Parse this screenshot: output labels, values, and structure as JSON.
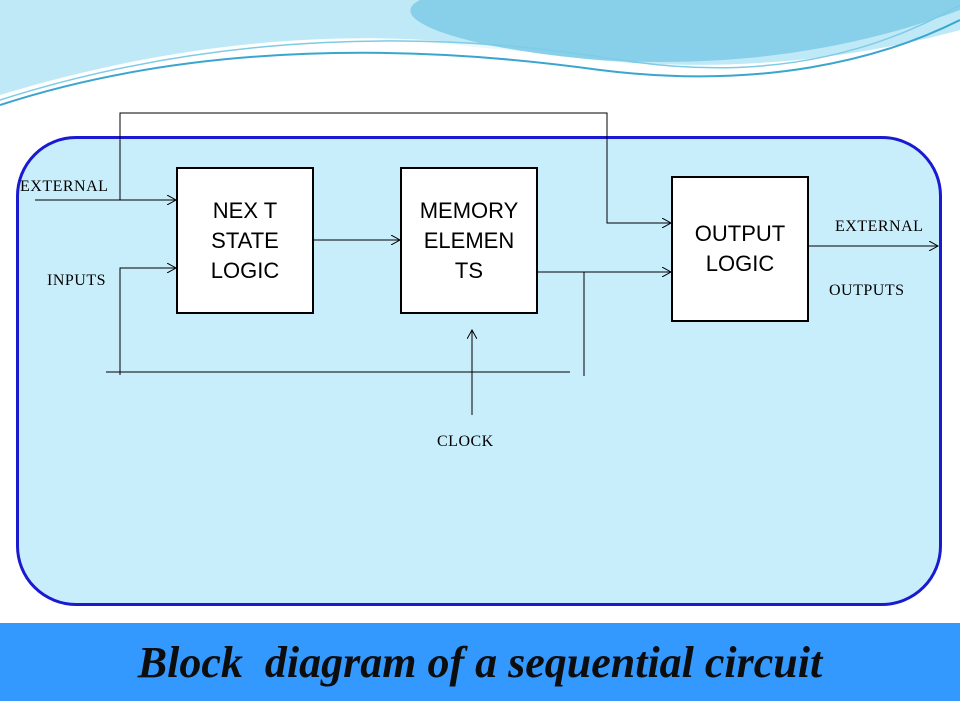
{
  "colors": {
    "panel_fill": "#c9eefb",
    "panel_border": "#1a1ad0",
    "caption_bar": "#3399ff",
    "wave_light": "#bfe9f7",
    "wave_mid": "#7ecbe6",
    "wave_dark": "#3aa6cf"
  },
  "blocks": {
    "next_state": "NEX T\nSTATE\nLOGIC",
    "memory": "MEMORY\nELEMEN\nTS",
    "output": "OUTPUT\nLOGIC"
  },
  "labels": {
    "external_in": "EXTERNAL",
    "inputs": "INPUTS",
    "clock": "CLOCK",
    "external_out": "EXTERNAL",
    "outputs": "OUTPUTS"
  },
  "caption": "Block  diagram of a sequential circuit"
}
